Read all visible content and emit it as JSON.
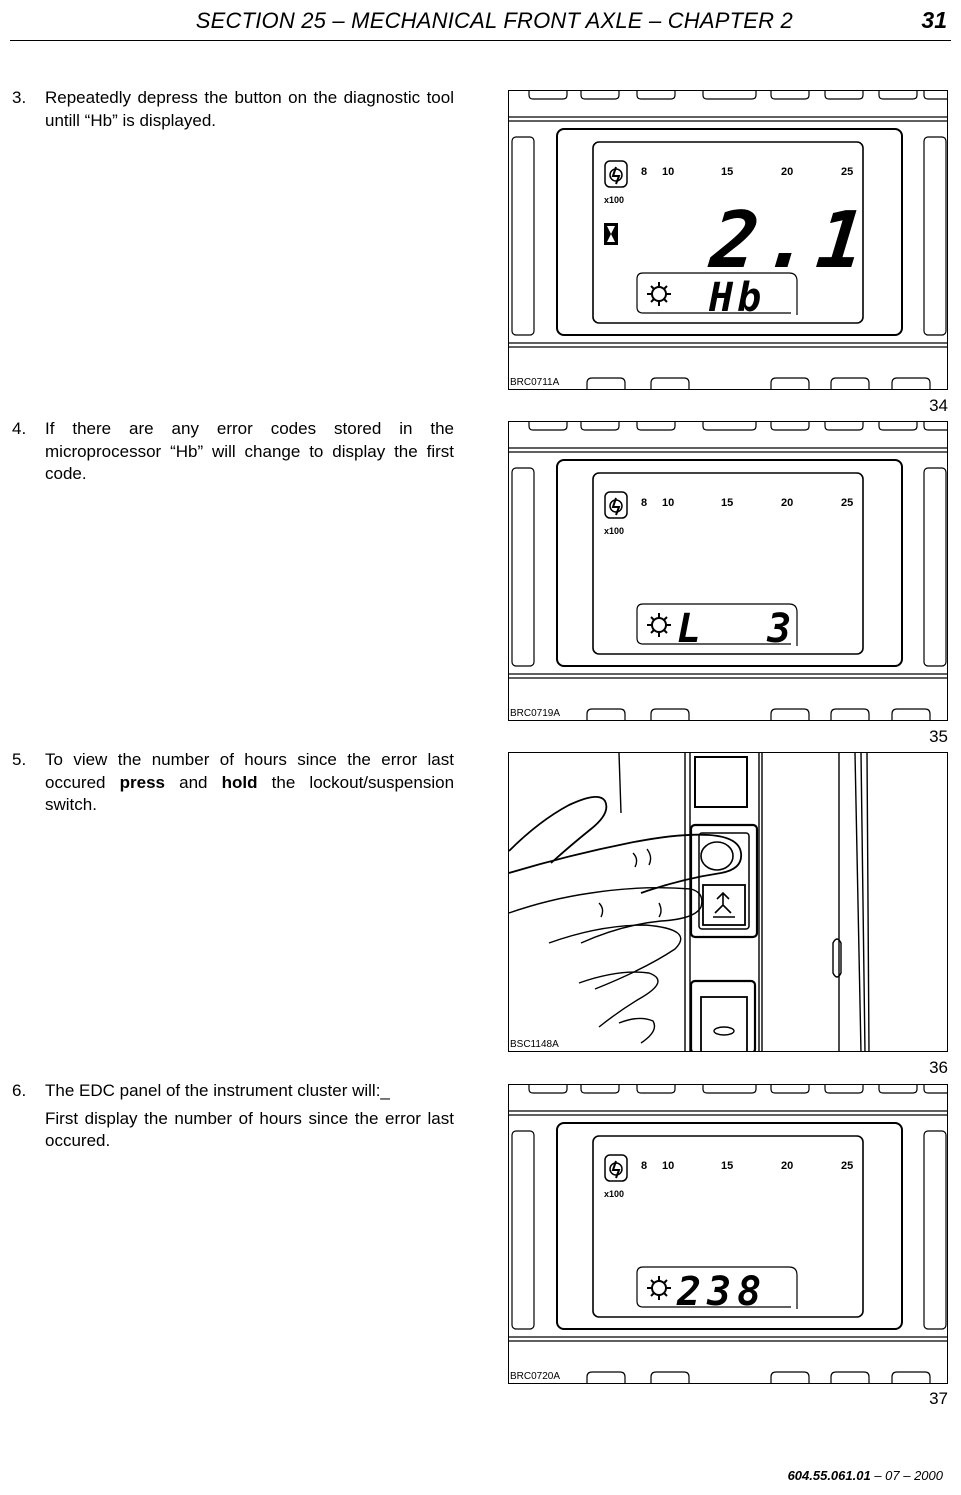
{
  "header": {
    "title": "SECTION 25 – MECHANICAL FRONT AXLE – CHAPTER 2",
    "page_number": "31"
  },
  "steps": [
    {
      "number": "3.",
      "paragraphs": [
        "Repeatedly depress the button on the diagnostic tool untill “Hb” is displayed."
      ]
    },
    {
      "number": "4.",
      "paragraphs": [
        "If there are any error codes stored in the microprocessor “Hb” will change to display the first code."
      ]
    },
    {
      "number": "5.",
      "text_before_press": "To view the number of hours since the error last occured ",
      "press": "press",
      "and": " and ",
      "hold": "hold",
      "text_after_hold": " the lockout/suspension switch."
    },
    {
      "number": "6.",
      "paragraphs": [
        "The EDC panel of the instrument cluster will:_",
        "First display the number of hours since the error last occured."
      ]
    }
  ],
  "figures": [
    {
      "code": "BRC0711A",
      "number": "34",
      "scale_labels": [
        "8",
        "10",
        "15",
        "20",
        "25"
      ],
      "multiplier": "x100",
      "main_display": "2.1",
      "lower_display": "Hb"
    },
    {
      "code": "BRC0719A",
      "number": "35",
      "scale_labels": [
        "8",
        "10",
        "15",
        "20",
        "25"
      ],
      "multiplier": "x100",
      "main_display": "",
      "lower_display": "L  3"
    },
    {
      "code": "BSC1148A",
      "number": "36"
    },
    {
      "code": "BRC0720A",
      "number": "37",
      "scale_labels": [
        "8",
        "10",
        "15",
        "20",
        "25"
      ],
      "multiplier": "x100",
      "main_display": "",
      "lower_display": "238"
    }
  ],
  "footer": {
    "part_number": "604.55.061.01",
    "date_suffix": " – 07 – 2000"
  }
}
